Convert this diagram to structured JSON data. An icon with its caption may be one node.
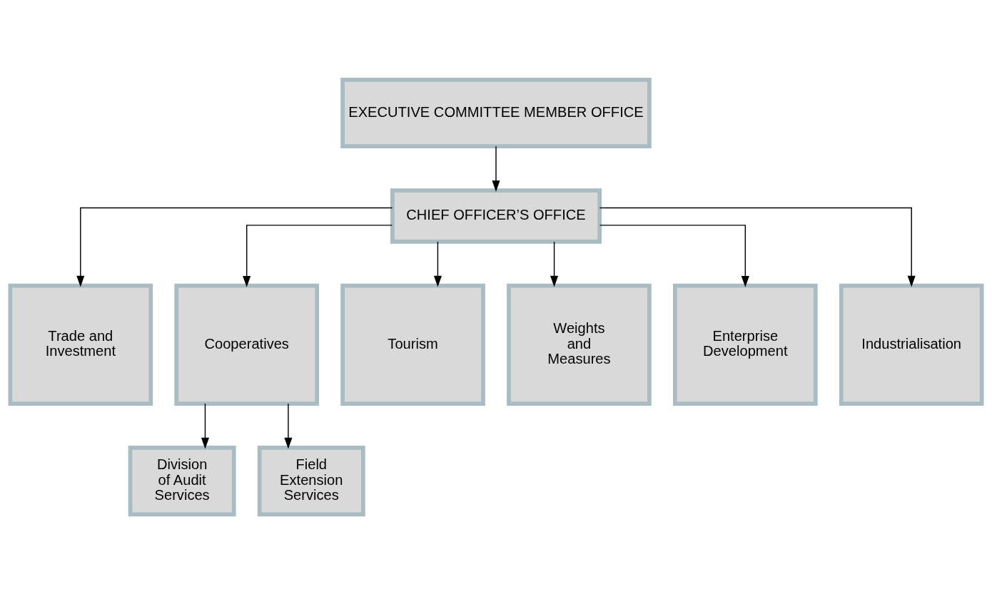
{
  "diagram": {
    "nodes": [
      {
        "text": [
          "EXECUTIVE COMMITTEE MEMBER OFFICE"
        ]
      },
      {
        "text": [
          "CHIEF OFFICER’S OFFICE"
        ]
      },
      {
        "text": [
          "Trade and Investment"
        ]
      },
      {
        "text": [
          "Cooperatives"
        ]
      },
      {
        "text": [
          "Tourism"
        ]
      },
      {
        "text": [
          "Weights and Measures"
        ]
      },
      {
        "text": [
          "Enterprise Development"
        ]
      },
      {
        "text": [
          "Industrialisation"
        ]
      },
      {
        "text": [
          "Division of Audit Services"
        ]
      },
      {
        "text": [
          "Field Extension Services"
        ]
      }
    ],
    "edges": [
      {
        "from": 0,
        "to": 1,
        "arrow": "to"
      },
      {
        "from": 1,
        "to": 2,
        "arrow": "to"
      },
      {
        "from": 1,
        "to": 3,
        "arrow": "to"
      },
      {
        "from": 1,
        "to": 4,
        "arrow": "to"
      },
      {
        "from": 1,
        "to": 5,
        "arrow": "to"
      },
      {
        "from": 1,
        "to": 6,
        "arrow": "to"
      },
      {
        "from": 1,
        "to": 7,
        "arrow": "to"
      },
      {
        "from": 3,
        "to": 8,
        "arrow": "to"
      },
      {
        "from": 3,
        "to": 9,
        "arrow": "to"
      }
    ]
  }
}
